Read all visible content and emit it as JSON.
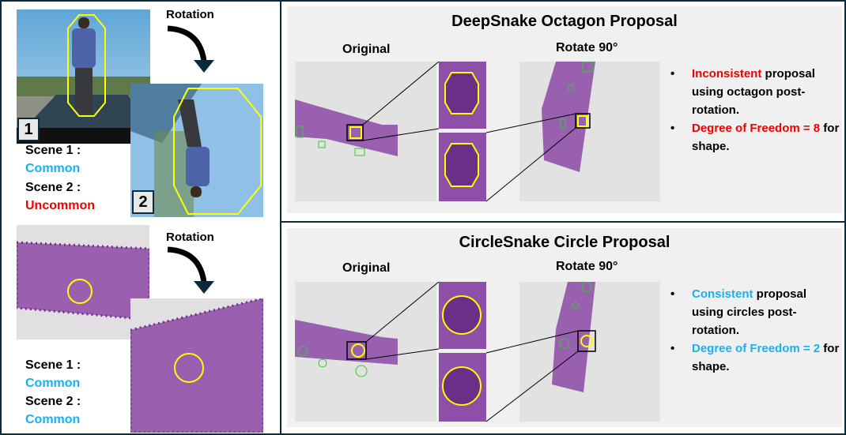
{
  "left_top": {
    "rotation_label": "Rotation",
    "badge_1": "1",
    "badge_2": "2",
    "scene1_label": "Scene 1 :",
    "scene1_value": "Common",
    "scene2_label": "Scene 2 :",
    "scene2_value": "Uncommon"
  },
  "left_bottom": {
    "rotation_label": "Rotation",
    "scene1_label": "Scene 1 :",
    "scene1_value": "Common",
    "scene2_label": "Scene 2 :",
    "scene2_value": "Common"
  },
  "deepsnake": {
    "title": "DeepSnake Octagon Proposal",
    "original_label": "Original",
    "rotate_label": "Rotate 90°",
    "bullet1_highlight": "Inconsistent",
    "bullet1_rest": " proposal using octagon post-rotation.",
    "bullet2_highlight": "Degree of Freedom = 8",
    "bullet2_rest": " for shape."
  },
  "circlesnake": {
    "title": "CircleSnake Circle Proposal",
    "original_label": "Original",
    "rotate_label": "Rotate 90°",
    "bullet1_highlight": "Consistent",
    "bullet1_rest": " proposal using circles post-rotation.",
    "bullet2_highlight": "Degree of Freedom = 2",
    "bullet2_rest": " for shape."
  },
  "colors": {
    "common": "#1ab0f0",
    "uncommon": "#f00000",
    "proposal": "#ffff00",
    "border": "#0d2a3c"
  }
}
